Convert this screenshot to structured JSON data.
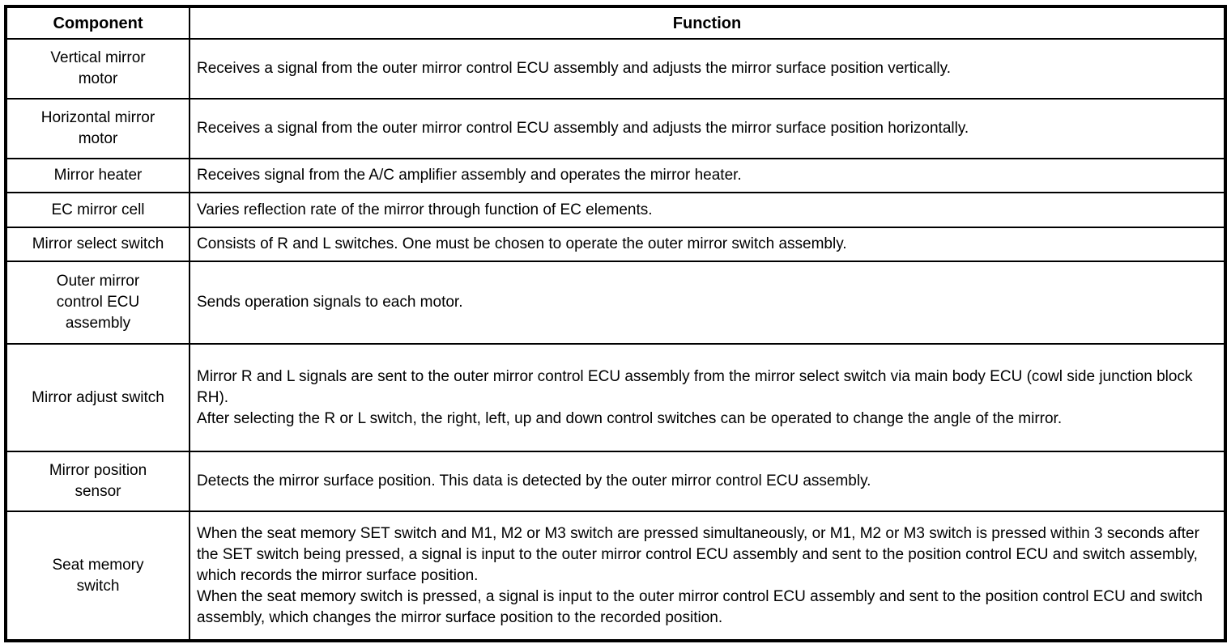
{
  "colors": {
    "border": "#000000",
    "text": "#000000",
    "background": "#ffffff"
  },
  "table": {
    "headers": {
      "component": "Component",
      "function": "Function"
    },
    "rows": [
      {
        "component": "Vertical mirror\nmotor",
        "function": "Receives a signal from the outer mirror control ECU assembly and adjusts the mirror surface position vertically."
      },
      {
        "component": "Horizontal mirror\nmotor",
        "function": "Receives a signal from the outer mirror control ECU assembly and adjusts the mirror surface position horizontally."
      },
      {
        "component": "Mirror heater",
        "function": "Receives signal from the A/C amplifier assembly and operates the mirror heater."
      },
      {
        "component": "EC mirror cell",
        "function": "Varies reflection rate of the mirror through function of EC elements."
      },
      {
        "component": "Mirror select switch",
        "function": "Consists of R and L switches. One must be chosen to operate the outer mirror switch assembly."
      },
      {
        "component": "Outer mirror\ncontrol ECU\nassembly",
        "function": "Sends operation signals to each motor."
      },
      {
        "component": "Mirror adjust switch",
        "function": "Mirror R and L signals are sent to the outer mirror control ECU assembly from the mirror select switch via main body ECU (cowl side junction block RH).\nAfter selecting the R or L switch, the right, left, up and down control switches can be operated to change the angle of the mirror."
      },
      {
        "component": "Mirror position\nsensor",
        "function": "Detects the mirror surface position. This data is detected by the outer mirror control ECU assembly."
      },
      {
        "component": "Seat memory\nswitch",
        "function": "When the seat memory SET switch and M1, M2 or M3 switch are pressed simultaneously, or M1, M2 or M3 switch is pressed within 3 seconds after the SET switch being pressed, a signal is input to the outer mirror control ECU assembly and sent to the position control ECU and switch assembly, which records the mirror surface position.\nWhen the seat memory switch is pressed, a signal is input to the outer mirror control ECU assembly and sent to the position control ECU and switch assembly, which changes the mirror surface position to the recorded position."
      }
    ]
  }
}
